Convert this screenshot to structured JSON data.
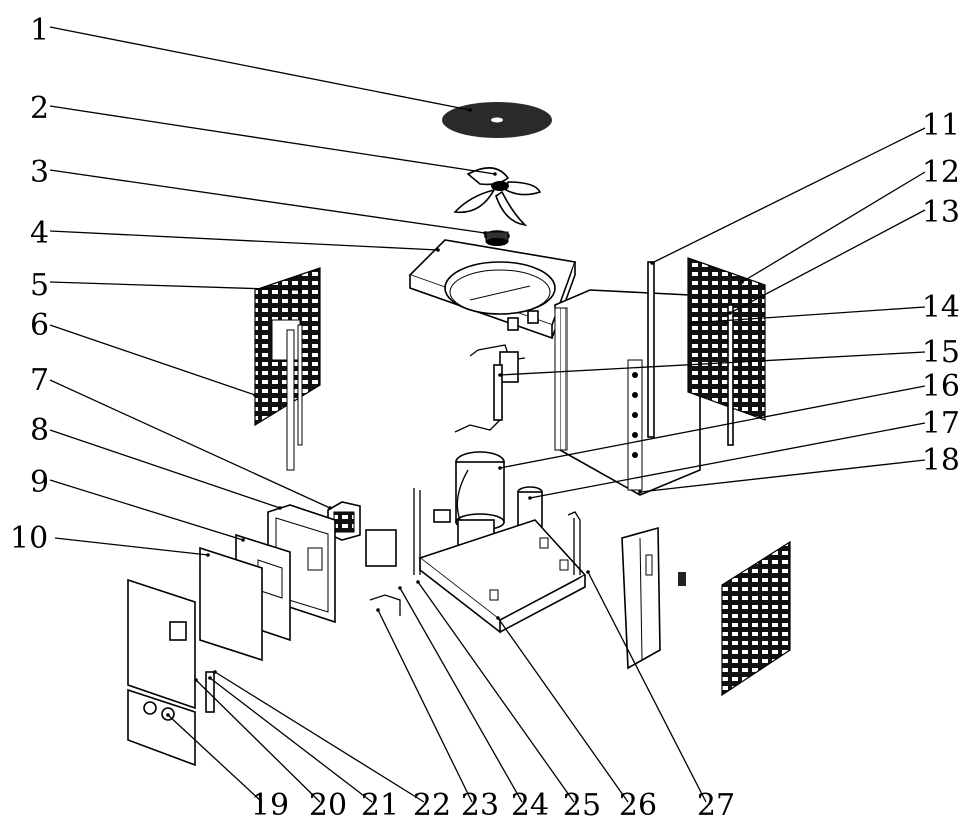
{
  "diagram": {
    "callouts": [
      {
        "id": 1,
        "label": "1"
      },
      {
        "id": 2,
        "label": "2"
      },
      {
        "id": 3,
        "label": "3"
      },
      {
        "id": 4,
        "label": "4"
      },
      {
        "id": 5,
        "label": "5"
      },
      {
        "id": 6,
        "label": "6"
      },
      {
        "id": 7,
        "label": "7"
      },
      {
        "id": 8,
        "label": "8"
      },
      {
        "id": 9,
        "label": "9"
      },
      {
        "id": 10,
        "label": "10"
      },
      {
        "id": 11,
        "label": "11"
      },
      {
        "id": 12,
        "label": "12"
      },
      {
        "id": 13,
        "label": "13"
      },
      {
        "id": 14,
        "label": "14"
      },
      {
        "id": 15,
        "label": "15"
      },
      {
        "id": 16,
        "label": "16"
      },
      {
        "id": 17,
        "label": "17"
      },
      {
        "id": 18,
        "label": "18"
      },
      {
        "id": 19,
        "label": "19"
      },
      {
        "id": 20,
        "label": "20"
      },
      {
        "id": 21,
        "label": "21"
      },
      {
        "id": 22,
        "label": "22"
      },
      {
        "id": 23,
        "label": "23"
      },
      {
        "id": 24,
        "label": "24"
      },
      {
        "id": 25,
        "label": "25"
      },
      {
        "id": 26,
        "label": "26"
      },
      {
        "id": 27,
        "label": "27"
      }
    ]
  }
}
